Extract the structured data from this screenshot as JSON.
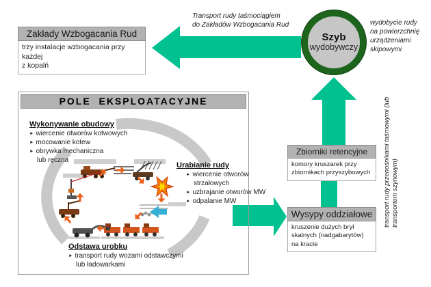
{
  "colors": {
    "arrow_green": "#00C18F",
    "ring_green": "#1D651D",
    "header_gray": "#B2B2B2",
    "arc_gray": "#C8C8C8",
    "cycle_orange": "#E8611C"
  },
  "enrichment_box": {
    "title": "Zakłady Wzbogacania Rud",
    "body": "trzy instalacje wzbogacania przy każdej\nz kopalń"
  },
  "belt_note": "Transport  rudy taśmociągiem\ndo Zakładów Wzbogacania Rud",
  "shaft": {
    "title": "Szyb",
    "subtitle": "wydobywczy",
    "note": "wydobycie rudy\nna powierzchnię\nurządzeniami\nskipowymi"
  },
  "field": {
    "title": "POLE  EKSPLOATACYJNE",
    "support": {
      "heading": "Wykonywanie obudowy",
      "items": [
        "wiercenie otworów kotwowych",
        "mocowanie kotew",
        "obrywka mechaniczna\nlub ręczna"
      ]
    },
    "mining": {
      "heading": "Urabianie rudy",
      "items": [
        "wiercenie otworów\nstrzałowych",
        "uzbrajanie otworów MW",
        "odpalanie MW"
      ]
    },
    "haulage": {
      "heading": "Odstawa urobku",
      "items": [
        "transport rudy wozami odstawczymi\nlub ładowarkami"
      ]
    }
  },
  "retention_box": {
    "title": "Zbiorniki retencyjne",
    "body": "komory kruszarek przy\nzbiornikach przyszybowych"
  },
  "dump_box": {
    "title": "Wysypy oddziałowe",
    "body": "kruszenie dużych brył\nskalnych (nadgabarytów)\nna kracie"
  },
  "conveyor_note": "transport rudy przenośnikami taśmowymi (lub\ntransportem szynowym)"
}
